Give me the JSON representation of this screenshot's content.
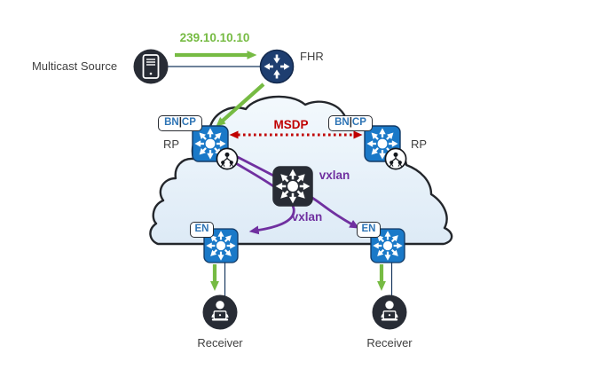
{
  "diagram": {
    "source": {
      "label": "Multicast Source",
      "icon": "server-icon"
    },
    "flow_label": "239.10.10.10",
    "fhr": {
      "label": "FHR",
      "icon": "router-icon"
    },
    "msdp_label": "MSDP",
    "left_border_node": {
      "tag_bn": "BN",
      "tag_sep": "|",
      "tag_cp": "CP",
      "role": "RP",
      "icon": "l3-switch-icon"
    },
    "right_border_node": {
      "tag_bn": "BN",
      "tag_sep": "|",
      "tag_cp": "CP",
      "role": "RP",
      "icon": "l3-switch-icon"
    },
    "vxlan_label_mid": "vxlan",
    "vxlan_label_bottom": "vxlan",
    "left_edge_node": {
      "tag": "EN",
      "icon": "l3-switch-icon"
    },
    "right_edge_node": {
      "tag": "EN",
      "icon": "l3-switch-icon"
    },
    "receivers": {
      "left": "Receiver",
      "right": "Receiver"
    },
    "colors": {
      "green_arrow": "#76bb43",
      "msdp_red": "#c00000",
      "vxlan_purple": "#7030a0",
      "switch_blue": "#1a79c8",
      "router_navy": "#1e3e70",
      "node_dark": "#282c35",
      "cloud_fill_top": "#f3f9fd",
      "cloud_fill_bottom": "#ddeaf6",
      "tag_text_blue": "#2e74b5",
      "label_text": "#3f3f3f"
    }
  }
}
